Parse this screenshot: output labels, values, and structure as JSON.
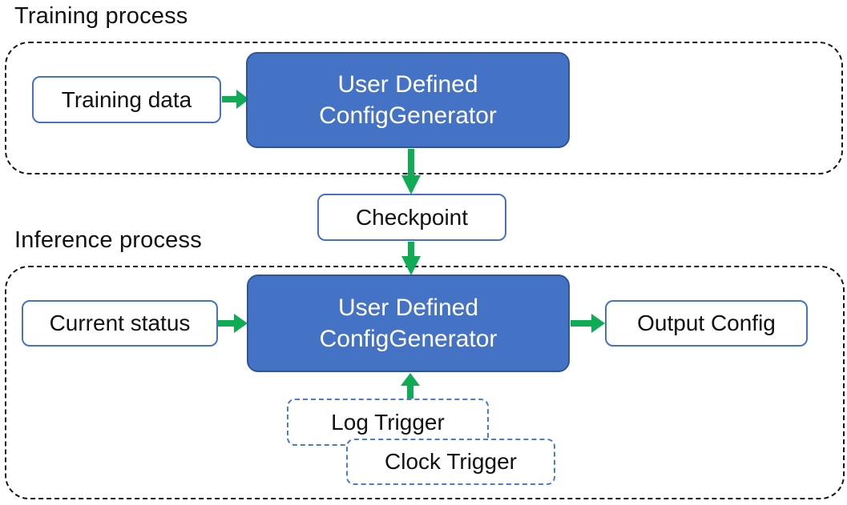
{
  "diagram": {
    "type": "flow-diagram",
    "sections": {
      "training": {
        "label": "Training process"
      },
      "inference": {
        "label": "Inference process"
      }
    },
    "nodes": {
      "training_data": {
        "label": "Training data",
        "style": "white-rounded-blue-border"
      },
      "generator_training": {
        "line1": "User Defined",
        "line2": "ConfigGenerator",
        "style": "blue-filled"
      },
      "checkpoint": {
        "label": "Checkpoint",
        "style": "white-rounded-blue-border"
      },
      "current_status": {
        "label": "Current status",
        "style": "white-rounded-blue-border"
      },
      "generator_inference": {
        "line1": "User Defined",
        "line2": "ConfigGenerator",
        "style": "blue-filled"
      },
      "output_config": {
        "label": "Output Config",
        "style": "white-rounded-blue-border"
      },
      "log_trigger": {
        "label": "Log Trigger",
        "style": "white-dashed-blue-border"
      },
      "clock_trigger": {
        "label": "Clock Trigger",
        "style": "white-dashed-blue-border"
      }
    },
    "edges": [
      {
        "from": "Training data",
        "to": "User Defined ConfigGenerator (training)",
        "direction": "right"
      },
      {
        "from": "User Defined ConfigGenerator (training)",
        "to": "Checkpoint",
        "direction": "down"
      },
      {
        "from": "Checkpoint",
        "to": "User Defined ConfigGenerator (inference)",
        "direction": "down"
      },
      {
        "from": "Current status",
        "to": "User Defined ConfigGenerator (inference)",
        "direction": "right"
      },
      {
        "from": "User Defined ConfigGenerator (inference)",
        "to": "Output Config",
        "direction": "right"
      },
      {
        "from": "Log Trigger / Clock Trigger",
        "to": "User Defined ConfigGenerator (inference)",
        "direction": "up"
      }
    ],
    "colors": {
      "accent_blue": "#4472C4",
      "accent_blue_dark": "#2F5597",
      "arrow_green": "#10AC55",
      "dash_black": "#141414",
      "text": "#111111",
      "background": "#ffffff"
    }
  }
}
